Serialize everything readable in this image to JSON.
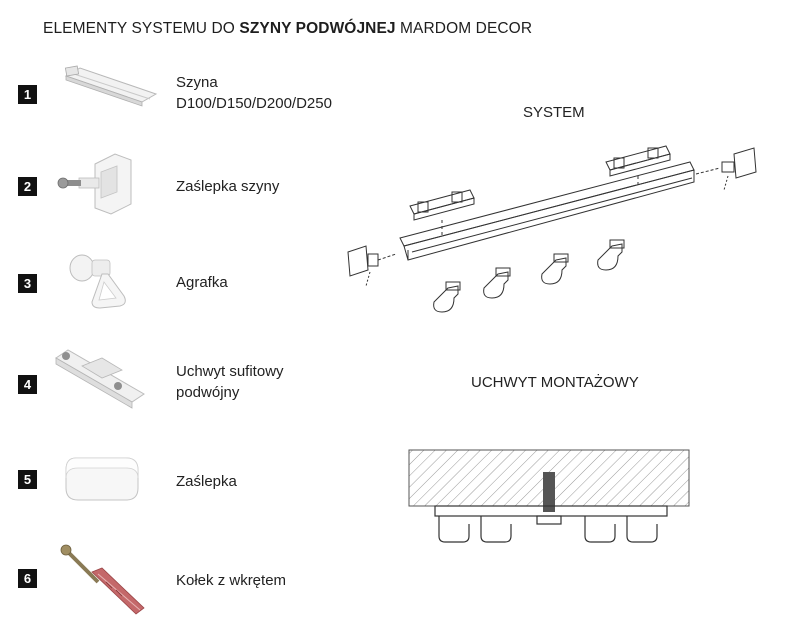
{
  "heading": {
    "prefix": "ELEMENTY SYSTEMU DO ",
    "bold": "SZYNY PODWÓJNEJ",
    "suffix": " MARDOM DECOR"
  },
  "items": [
    {
      "number": "1",
      "line1": "Szyna",
      "line2": "D100/D150/D200/D250",
      "icon": "rail-icon"
    },
    {
      "number": "2",
      "line1": "Zaślepka szyny",
      "line2": "",
      "icon": "rail-end-cap-icon"
    },
    {
      "number": "3",
      "line1": "Agrafka",
      "line2": "",
      "icon": "curtain-hook-icon"
    },
    {
      "number": "4",
      "line1": "Uchwyt sufitowy",
      "line2": "podwójny",
      "icon": "double-ceiling-bracket-icon"
    },
    {
      "number": "5",
      "line1": "Zaślepka",
      "line2": "",
      "icon": "end-cap-icon"
    },
    {
      "number": "6",
      "line1": "Kołek z wkrętem",
      "line2": "",
      "icon": "wall-plug-screw-icon"
    }
  ],
  "system": {
    "title": "SYSTEM"
  },
  "mounting": {
    "title": "UCHWYT MONTAŻOWY"
  }
}
